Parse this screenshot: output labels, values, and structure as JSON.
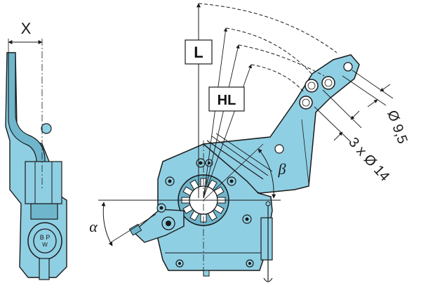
{
  "labels": {
    "x": "X",
    "l": "L",
    "hl": "HL",
    "alpha": "α",
    "beta": "β",
    "hole_diameter": "Ø 9,5",
    "holes_spec": "3 x Ø 14",
    "emblem_top": "B P",
    "emblem_bottom": "W"
  },
  "colors": {
    "part_fill": "#8fcfe3",
    "part_shade": "#6fb6cc",
    "outline": "#1a1a1a",
    "background": "#ffffff"
  },
  "icons": {
    "emblem": "bpw-emblem-icon"
  }
}
